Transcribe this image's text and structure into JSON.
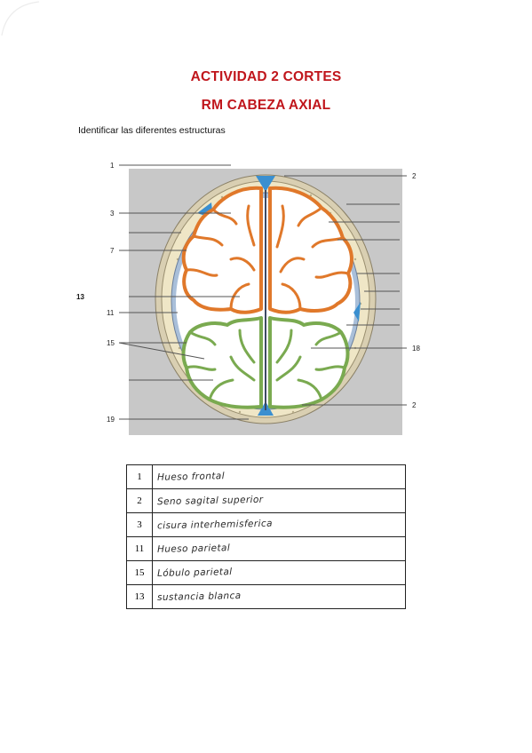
{
  "title_line1": "ACTIVIDAD 2 CORTES",
  "title_line2": "RM CABEZA AXIAL",
  "instruction": "Identificar las diferentes estructuras",
  "side_label": "13",
  "figure": {
    "labels": [
      "1",
      "3",
      "7",
      "11",
      "15",
      "19",
      "2",
      "18",
      "2"
    ]
  },
  "answers": [
    {
      "num": "1",
      "text": "Hueso frontal"
    },
    {
      "num": "2",
      "text": "Seno sagital superior"
    },
    {
      "num": "3",
      "text": "cisura interhemisferica"
    },
    {
      "num": "11",
      "text": "Hueso parietal"
    },
    {
      "num": "15",
      "text": "Lóbulo parietal"
    },
    {
      "num": "13",
      "text": "sustancia blanca"
    }
  ],
  "colors": {
    "title": "#c0161c",
    "frontal_outline": "#e0782a",
    "parietal_outline": "#7aaa50",
    "csf": "#3a8fd0",
    "skull": "#efe6c6",
    "background": "#c8c8c8"
  }
}
